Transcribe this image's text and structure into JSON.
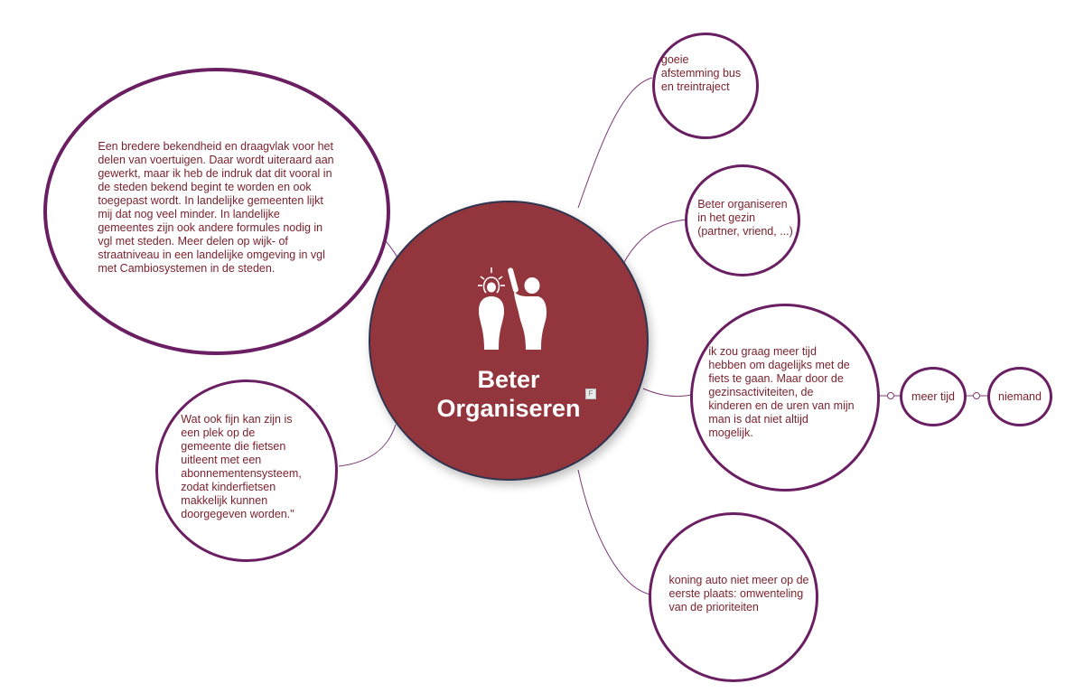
{
  "central": {
    "title": "Beter\nOrganiseren",
    "flag": "F",
    "icon": "two-persons-idea-icon"
  },
  "nodes": {
    "bekendheid": "Een bredere bekendheid en draagvlak voor het\ndelen van voertuigen. Daar wordt uiteraard aan\ngewerkt, maar ik heb de indruk dat dit vooral in\nde steden bekend begint te worden en ook\ntoegepast wordt. In landelijke gemeenten lijkt\nmij dat nog veel minder.  In landelijke\ngemeentes zijn ook andere formules nodig in\nvgl met steden. Meer delen op wijk- of\nstraatniveau in een landelijke omgeving in vgl\nmet Cambiosystemen in de steden.",
    "fietsen": "Wat ook fijn kan zijn is\neen plek op de\ngemeente die fietsen\nuitleent met een\nabonnementensysteem,\n zodat kinderfietsen\nmakkelijk kunnen\ndoorgegeven worden.\"",
    "afstemming": "goeie\nafstemming bus\nen treintraject",
    "gezin": "Beter organiseren\nin het gezin\n(partner, vriend, ...)",
    "meertijd_long": "ik zou graag meer tijd\nhebben om dagelijks met de\nfiets te gaan. Maar door de\ngezinsactiviteiten, de\nkinderen en de uren van mijn\nman is dat niet altijd\nmogelijk.",
    "meertijd": "meer tijd",
    "niemand": "niemand",
    "koning": "koning auto niet meer op de\neerste plaats: omwenteling\nvan de prioriteiten"
  },
  "colors": {
    "central_fill": "#93353c",
    "border": "#6b1f63",
    "connector": "#7d3a76",
    "text": "#7a1f2b"
  }
}
